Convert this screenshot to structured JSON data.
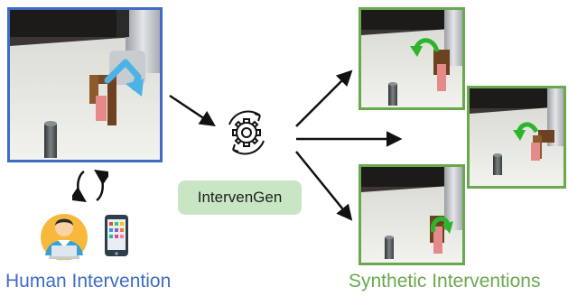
{
  "labels": {
    "generator": "IntervenGen",
    "human_caption": "Human Intervention",
    "synthetic_caption": "Synthetic Interventions"
  },
  "colors": {
    "human_frame": "#3f6cc4",
    "synthetic_frame": "#6aa84f",
    "pill_background": "#c8e6c4",
    "cycle_arrows": "#111111",
    "robot_motion_arrow": "#4db3e6",
    "synthetic_motion_arrow": "#2bb52b"
  },
  "icons": {
    "generator": "gear-cycle-icon",
    "operator": "person-at-laptop-icon",
    "device": "smartphone-icon",
    "feedback": "circular-arrows-icon"
  }
}
